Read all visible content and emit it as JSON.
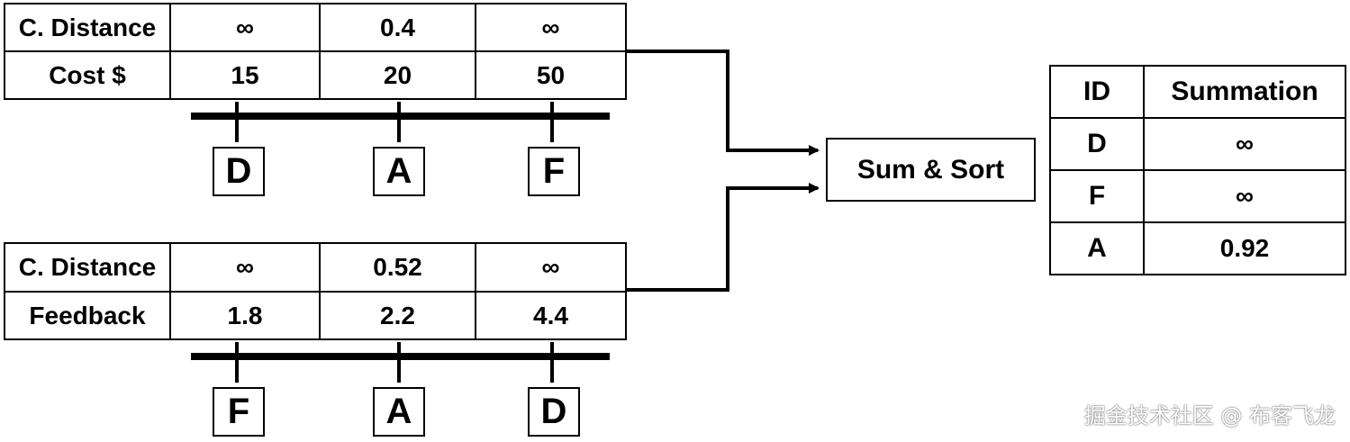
{
  "table1": {
    "rows": [
      {
        "label": "C. Distance",
        "values": [
          "∞",
          "0.4",
          "∞"
        ]
      },
      {
        "label": "Cost $",
        "values": [
          "15",
          "20",
          "50"
        ]
      }
    ],
    "nodes": [
      "D",
      "A",
      "F"
    ]
  },
  "table2": {
    "rows": [
      {
        "label": "C. Distance",
        "values": [
          "∞",
          "0.52",
          "∞"
        ]
      },
      {
        "label": "Feedback",
        "values": [
          "1.8",
          "2.2",
          "4.4"
        ]
      }
    ],
    "nodes": [
      "F",
      "A",
      "D"
    ]
  },
  "process": {
    "label": "Sum & Sort"
  },
  "result": {
    "headers": [
      "ID",
      "Summation"
    ],
    "rows": [
      {
        "id": "D",
        "sum": "∞"
      },
      {
        "id": "F",
        "sum": "∞"
      },
      {
        "id": "A",
        "sum": "0.92"
      }
    ]
  },
  "watermark": "掘金技术社区 @ 布客飞龙"
}
